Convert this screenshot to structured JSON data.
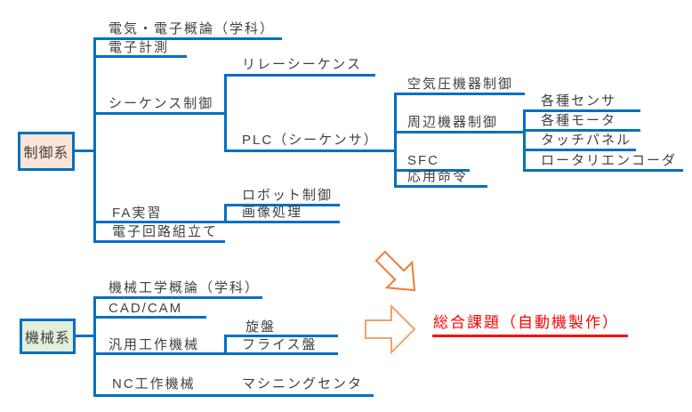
{
  "colors": {
    "line_blue": "#0070C0",
    "text_dark": "#404040",
    "control_box_fill": "#FCE4D6",
    "machine_box_fill": "#E2EFDA",
    "arrow_orange": "#ED7D31",
    "arrow_orange_light": "#F2A269",
    "goal_red": "#FF0000"
  },
  "control_tree": {
    "root": {
      "label": "制御系"
    },
    "branches": [
      {
        "label": "電気・電子概論（学科）"
      },
      {
        "label": "電子計測"
      },
      {
        "label": "シーケンス制御",
        "children": [
          {
            "label": "リレーシーケンス"
          },
          {
            "label": "PLC（シーケンサ）",
            "children": [
              {
                "label": "空気圧機器制御"
              },
              {
                "label": "周辺機器制御",
                "children": [
                  {
                    "label": "各種センサ"
                  },
                  {
                    "label": "各種モータ"
                  },
                  {
                    "label": "タッチパネル"
                  },
                  {
                    "label": "ロータリエンコーダ"
                  }
                ]
              },
              {
                "label": "SFC"
              },
              {
                "label": "応用命令"
              }
            ]
          }
        ]
      },
      {
        "label": "FA実習",
        "children": [
          {
            "label": "ロボット制御"
          },
          {
            "label": "画像処理"
          }
        ]
      },
      {
        "label": "電子回路組立て"
      }
    ]
  },
  "machine_tree": {
    "root": {
      "label": "機械系"
    },
    "branches": [
      {
        "label": "機械工学概論（学科）"
      },
      {
        "label": "CAD/CAM"
      },
      {
        "label": "汎用工作機械",
        "children": [
          {
            "label": "旋盤"
          },
          {
            "label": "フライス盤"
          }
        ]
      },
      {
        "label": "NC工作機械",
        "children": [
          {
            "label": "マシニングセンタ"
          }
        ]
      }
    ]
  },
  "goal": {
    "label": "総合課題（自動機製作）"
  },
  "icons": {
    "arrow_upper": "block-arrow-down-right",
    "arrow_lower": "block-arrow-right"
  }
}
